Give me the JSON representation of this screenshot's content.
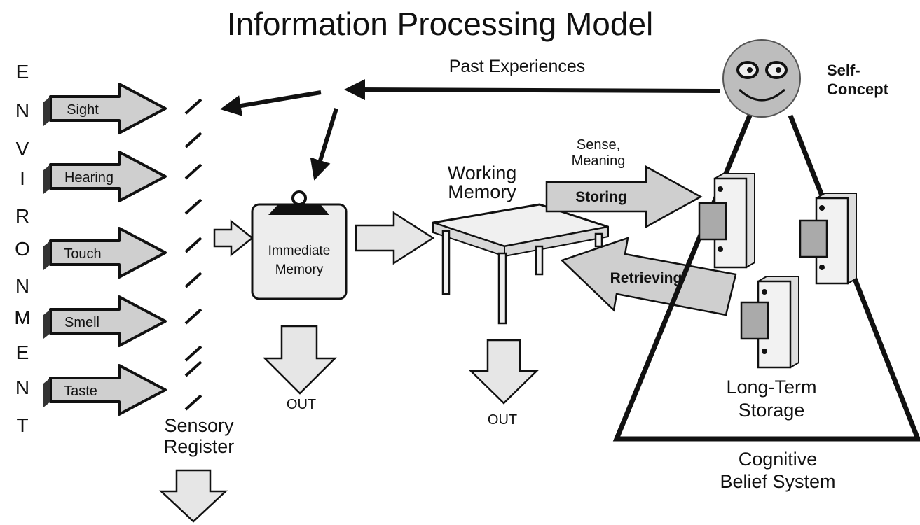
{
  "title": "Information Processing Model",
  "environment_letters": [
    "E",
    "N",
    "V",
    "I",
    "R",
    "O",
    "N",
    "M",
    "E",
    "N",
    "T"
  ],
  "senses": [
    "Sight",
    "Hearing",
    "Touch",
    "Smell",
    "Taste"
  ],
  "sensory_register": [
    "Sensory",
    "Register"
  ],
  "past_experiences": "Past Experiences",
  "immediate_memory": [
    "Immediate",
    "Memory"
  ],
  "working_memory": [
    "Working",
    "Memory"
  ],
  "out_label_1": "OUT",
  "out_label_2": "OUT",
  "sense_meaning": [
    "Sense,",
    "Meaning"
  ],
  "storing": "Storing",
  "retrieving": "Retrieving",
  "self_concept": [
    "Self-",
    "Concept"
  ],
  "long_term_storage": [
    "Long-Term",
    "Storage"
  ],
  "cognitive_belief_system": [
    "Cognitive",
    "Belief System"
  ],
  "colors": {
    "ink": "#111111",
    "fill_gray": "#cfcfcf",
    "light_gray": "#e6e6e6",
    "face_gray": "#bdbdbd"
  }
}
